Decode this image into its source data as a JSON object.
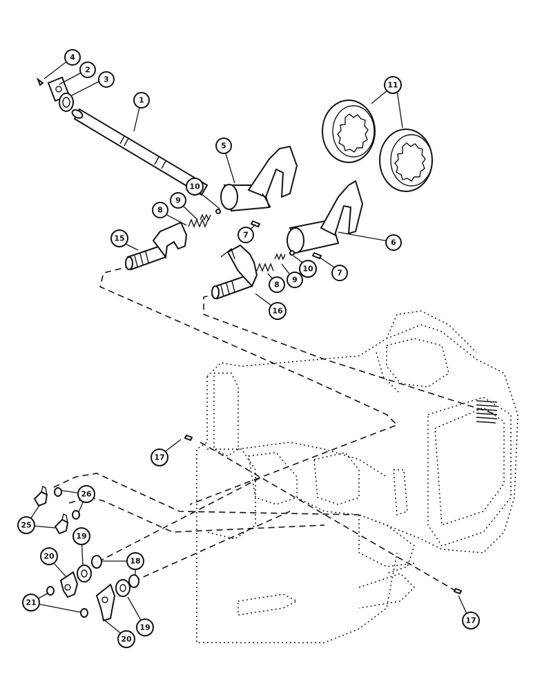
{
  "callouts": [
    {
      "id": "c4",
      "label": "4"
    },
    {
      "id": "c2",
      "label": "2"
    },
    {
      "id": "c3",
      "label": "3"
    },
    {
      "id": "c1",
      "label": "1"
    },
    {
      "id": "c11",
      "label": "11"
    },
    {
      "id": "c5",
      "label": "5"
    },
    {
      "id": "c10a",
      "label": "10"
    },
    {
      "id": "c9a",
      "label": "9"
    },
    {
      "id": "c8a",
      "label": "8"
    },
    {
      "id": "c7a",
      "label": "7"
    },
    {
      "id": "c15",
      "label": "15"
    },
    {
      "id": "c6",
      "label": "6"
    },
    {
      "id": "c10b",
      "label": "10"
    },
    {
      "id": "c7b",
      "label": "7"
    },
    {
      "id": "c9b",
      "label": "9"
    },
    {
      "id": "c8b",
      "label": "8"
    },
    {
      "id": "c16",
      "label": "16"
    },
    {
      "id": "c17a",
      "label": "17"
    },
    {
      "id": "c26",
      "label": "26"
    },
    {
      "id": "c25",
      "label": "25"
    },
    {
      "id": "c19a",
      "label": "19"
    },
    {
      "id": "c18",
      "label": "18"
    },
    {
      "id": "c20a",
      "label": "20"
    },
    {
      "id": "c21",
      "label": "21"
    },
    {
      "id": "c20b",
      "label": "20"
    },
    {
      "id": "c19b",
      "label": "19"
    },
    {
      "id": "c17b",
      "label": "17"
    }
  ]
}
